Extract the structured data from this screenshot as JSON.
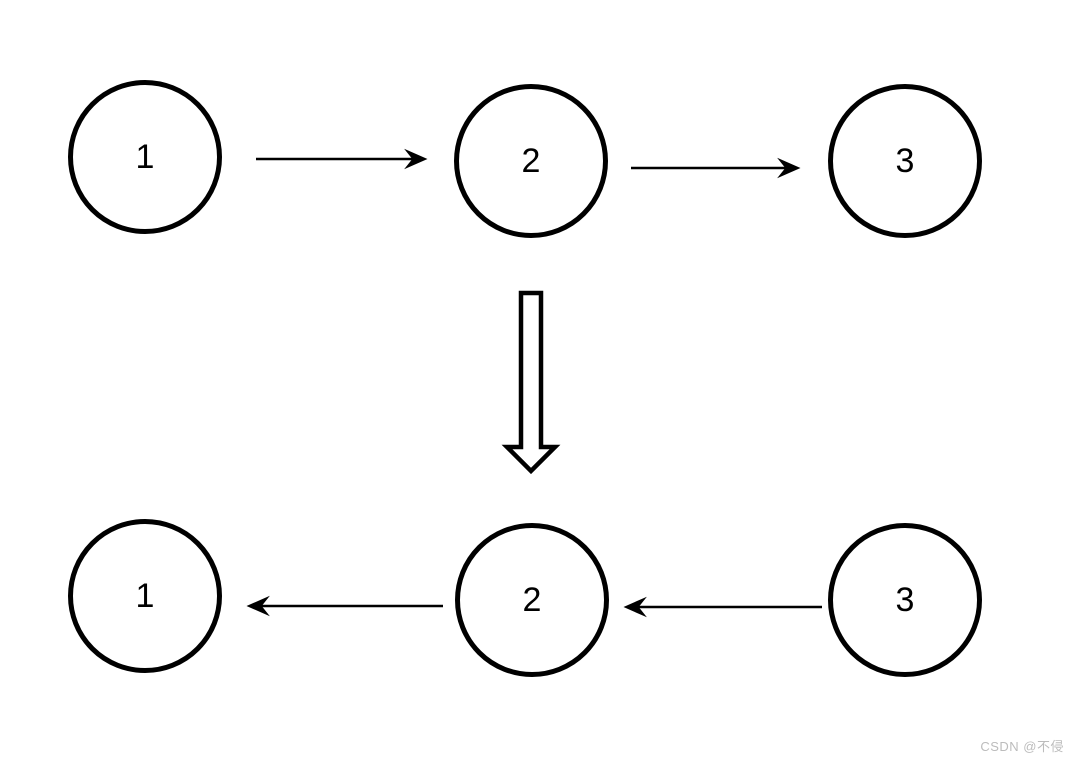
{
  "diagram": {
    "top_row": {
      "direction": "right",
      "nodes": [
        {
          "label": "1"
        },
        {
          "label": "2"
        },
        {
          "label": "3"
        }
      ]
    },
    "transform_arrow": "down",
    "bottom_row": {
      "direction": "left",
      "nodes": [
        {
          "label": "1"
        },
        {
          "label": "2"
        },
        {
          "label": "3"
        }
      ]
    },
    "colors": {
      "stroke": "#000000",
      "background": "#ffffff",
      "watermark": "#bcbcbc"
    },
    "watermark": "CSDN @不侵"
  }
}
